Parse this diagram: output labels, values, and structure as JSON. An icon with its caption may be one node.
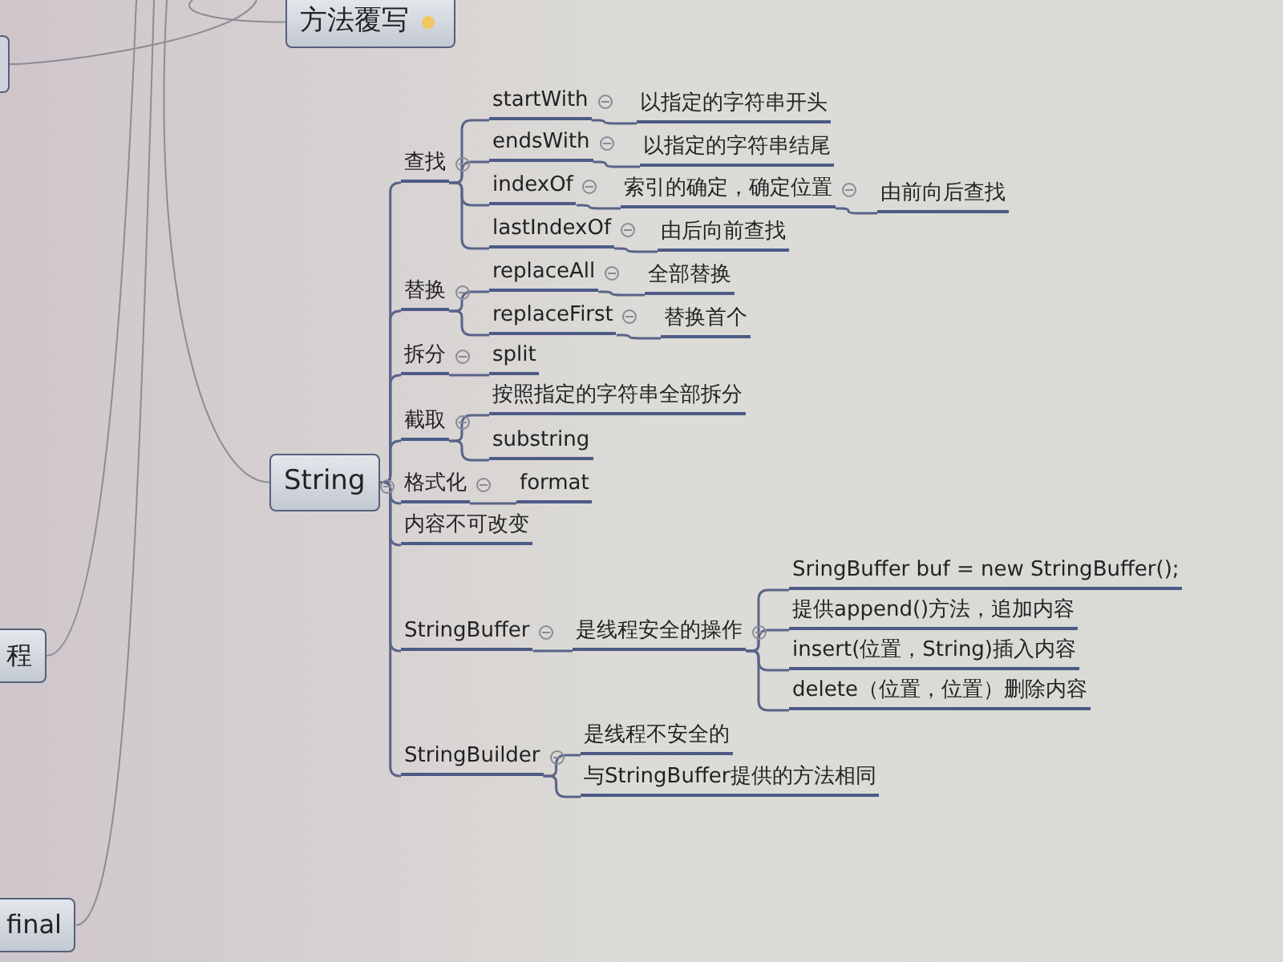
{
  "diagram": {
    "nodes": [
      {
        "text": [],
        "shape": "box"
      },
      {
        "text": [
          "方法覆写"
        ]
      },
      {
        "text": [
          "程"
        ]
      },
      {
        "text": [
          "final"
        ]
      },
      {
        "text": [
          "String"
        ]
      },
      {
        "text": [
          "查找"
        ]
      },
      {
        "text": [
          "startWith"
        ]
      },
      {
        "text": [
          "以指定的字符串开头"
        ]
      },
      {
        "text": [
          "endsWith"
        ]
      },
      {
        "text": [
          "以指定的字符串结尾"
        ]
      },
      {
        "text": [
          "indexOf"
        ]
      },
      {
        "text": [
          "索引的确定，确定位置"
        ]
      },
      {
        "text": [
          "由前向后查找"
        ]
      },
      {
        "text": [
          "lastIndexOf"
        ]
      },
      {
        "text": [
          "由后向前查找"
        ]
      },
      {
        "text": [
          "替换"
        ]
      },
      {
        "text": [
          "replaceAll"
        ]
      },
      {
        "text": [
          "全部替换"
        ]
      },
      {
        "text": [
          "replaceFirst"
        ]
      },
      {
        "text": [
          "替换首个"
        ]
      },
      {
        "text": [
          "拆分"
        ]
      },
      {
        "text": [
          "split"
        ]
      },
      {
        "text": [
          "截取"
        ]
      },
      {
        "text": [
          "按照指定的字符串全部拆分"
        ]
      },
      {
        "text": [
          "substring"
        ]
      },
      {
        "text": [
          "格式化"
        ]
      },
      {
        "text": [
          "format"
        ]
      },
      {
        "text": [
          "内容不可改变"
        ]
      },
      {
        "text": [
          "StringBuffer"
        ]
      },
      {
        "text": [
          "是线程安全的操作"
        ]
      },
      {
        "text": [
          "SringBuffer buf = new StringBuffer();"
        ]
      },
      {
        "text": [
          "提供append()方法，追加内容"
        ]
      },
      {
        "text": [
          "insert(位置，String)插入内容"
        ]
      },
      {
        "text": [
          "delete（位置，位置）删除内容"
        ]
      },
      {
        "text": [
          "StringBuilder"
        ]
      },
      {
        "text": [
          "是线程不安全的"
        ]
      },
      {
        "text": [
          "与StringBuffer提供的方法相同"
        ]
      }
    ],
    "edges": [
      {
        "from": null,
        "to": 0,
        "arrow": "none"
      },
      {
        "from": null,
        "to": 1,
        "arrow": "none"
      },
      {
        "from": null,
        "to": 2,
        "arrow": "none"
      },
      {
        "from": null,
        "to": 3,
        "arrow": "none"
      },
      {
        "from": null,
        "to": 4,
        "arrow": "none"
      },
      {
        "from": 4,
        "to": 5,
        "arrow": "none"
      },
      {
        "from": 5,
        "to": 6,
        "arrow": "none"
      },
      {
        "from": 6,
        "to": 7,
        "arrow": "none"
      },
      {
        "from": 5,
        "to": 8,
        "arrow": "none"
      },
      {
        "from": 8,
        "to": 9,
        "arrow": "none"
      },
      {
        "from": 5,
        "to": 10,
        "arrow": "none"
      },
      {
        "from": 10,
        "to": 11,
        "arrow": "none"
      },
      {
        "from": 11,
        "to": 12,
        "arrow": "none"
      },
      {
        "from": 5,
        "to": 13,
        "arrow": "none"
      },
      {
        "from": 13,
        "to": 14,
        "arrow": "none"
      },
      {
        "from": 4,
        "to": 15,
        "arrow": "none"
      },
      {
        "from": 15,
        "to": 16,
        "arrow": "none"
      },
      {
        "from": 16,
        "to": 17,
        "arrow": "none"
      },
      {
        "from": 15,
        "to": 18,
        "arrow": "none"
      },
      {
        "from": 18,
        "to": 19,
        "arrow": "none"
      },
      {
        "from": 4,
        "to": 20,
        "arrow": "none"
      },
      {
        "from": 20,
        "to": 21,
        "arrow": "none"
      },
      {
        "from": 4,
        "to": 22,
        "arrow": "none"
      },
      {
        "from": 22,
        "to": 23,
        "arrow": "none"
      },
      {
        "from": 22,
        "to": 24,
        "arrow": "none"
      },
      {
        "from": 4,
        "to": 25,
        "arrow": "none"
      },
      {
        "from": 25,
        "to": 26,
        "arrow": "none"
      },
      {
        "from": 4,
        "to": 27,
        "arrow": "none"
      },
      {
        "from": 4,
        "to": 28,
        "arrow": "none"
      },
      {
        "from": 28,
        "to": 29,
        "arrow": "none"
      },
      {
        "from": 29,
        "to": 30,
        "arrow": "none"
      },
      {
        "from": 29,
        "to": 31,
        "arrow": "none"
      },
      {
        "from": 29,
        "to": 32,
        "arrow": "none"
      },
      {
        "from": 29,
        "to": 33,
        "arrow": "none"
      },
      {
        "from": 4,
        "to": 34,
        "arrow": "none"
      },
      {
        "from": 34,
        "to": 35,
        "arrow": "none"
      },
      {
        "from": 34,
        "to": 36,
        "arrow": "none"
      }
    ]
  }
}
